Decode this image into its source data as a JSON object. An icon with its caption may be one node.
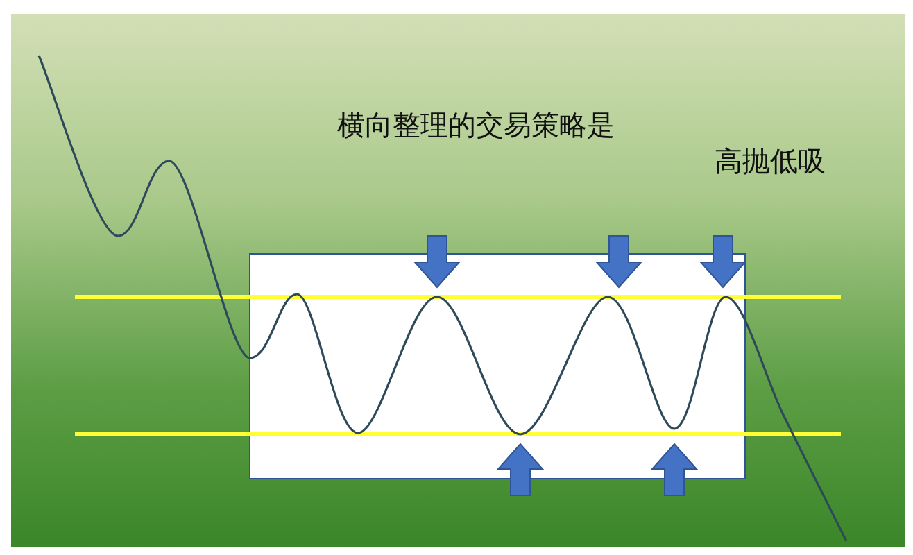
{
  "diagram": {
    "nodes": [
      {
        "text": [],
        "shape": "box"
      }
    ],
    "labels": [
      "横向整理的交易策略是",
      "高抛低吸"
    ]
  }
}
